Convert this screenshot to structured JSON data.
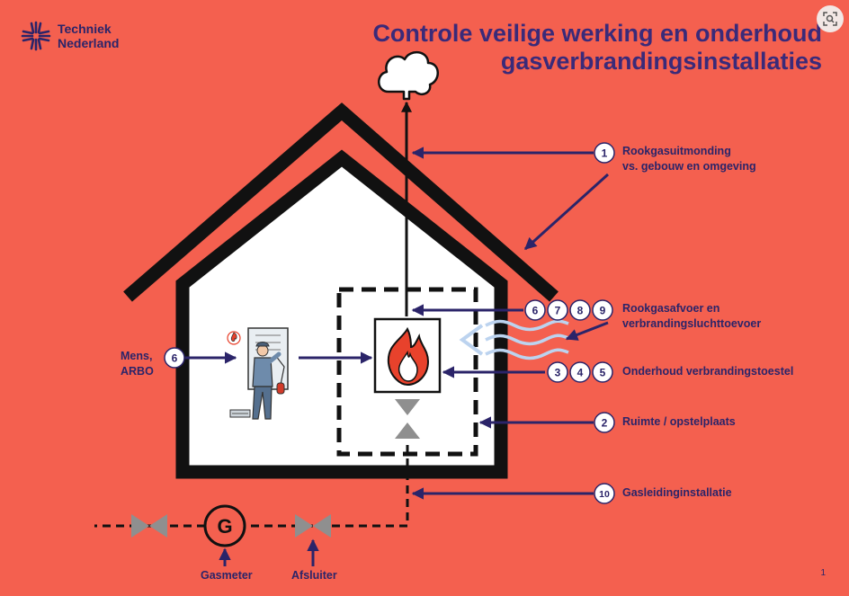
{
  "brand": {
    "line1": "Techniek",
    "line2": "Nederland"
  },
  "title": {
    "line1": "Controle veilige werking en onderhoud",
    "line2": "gasverbrandingsinstallaties"
  },
  "labels": {
    "l1a": "Rookgasuitmonding",
    "l1b": "vs. gebouw en omgeving",
    "l2a": "Rookgasafvoer en",
    "l2b": "verbrandingsluchttoevoer",
    "l3": "Onderhoud verbrandingstoestel",
    "l4": "Ruimte / opstelplaats",
    "l5": "Gasleidinginstallatie",
    "mens": "Mens,",
    "arbo": "ARBO",
    "gasmeter": "Gasmeter",
    "afsluiter": "Afsluiter",
    "meter_letter": "G"
  },
  "badges": {
    "b1": "1",
    "b6": "6",
    "b7": "7",
    "b8": "8",
    "b9": "9",
    "b3": "3",
    "b4": "4",
    "b5": "5",
    "b2": "2",
    "b10": "10",
    "bmens": "6"
  },
  "page_number": "1",
  "colors": {
    "background": "#f4604f",
    "navy": "#2b2469",
    "title": "#3a2a79",
    "house": "#111111",
    "flame": "#e8422c",
    "valve": "#8f8f8f",
    "air": "#bcd3ef"
  },
  "icons": [
    "techniek-nederland-logo",
    "smoke-cloud-icon",
    "flame-icon",
    "technician-illustration",
    "gas-valve-icon",
    "air-flow-icon",
    "zoom-icon"
  ]
}
